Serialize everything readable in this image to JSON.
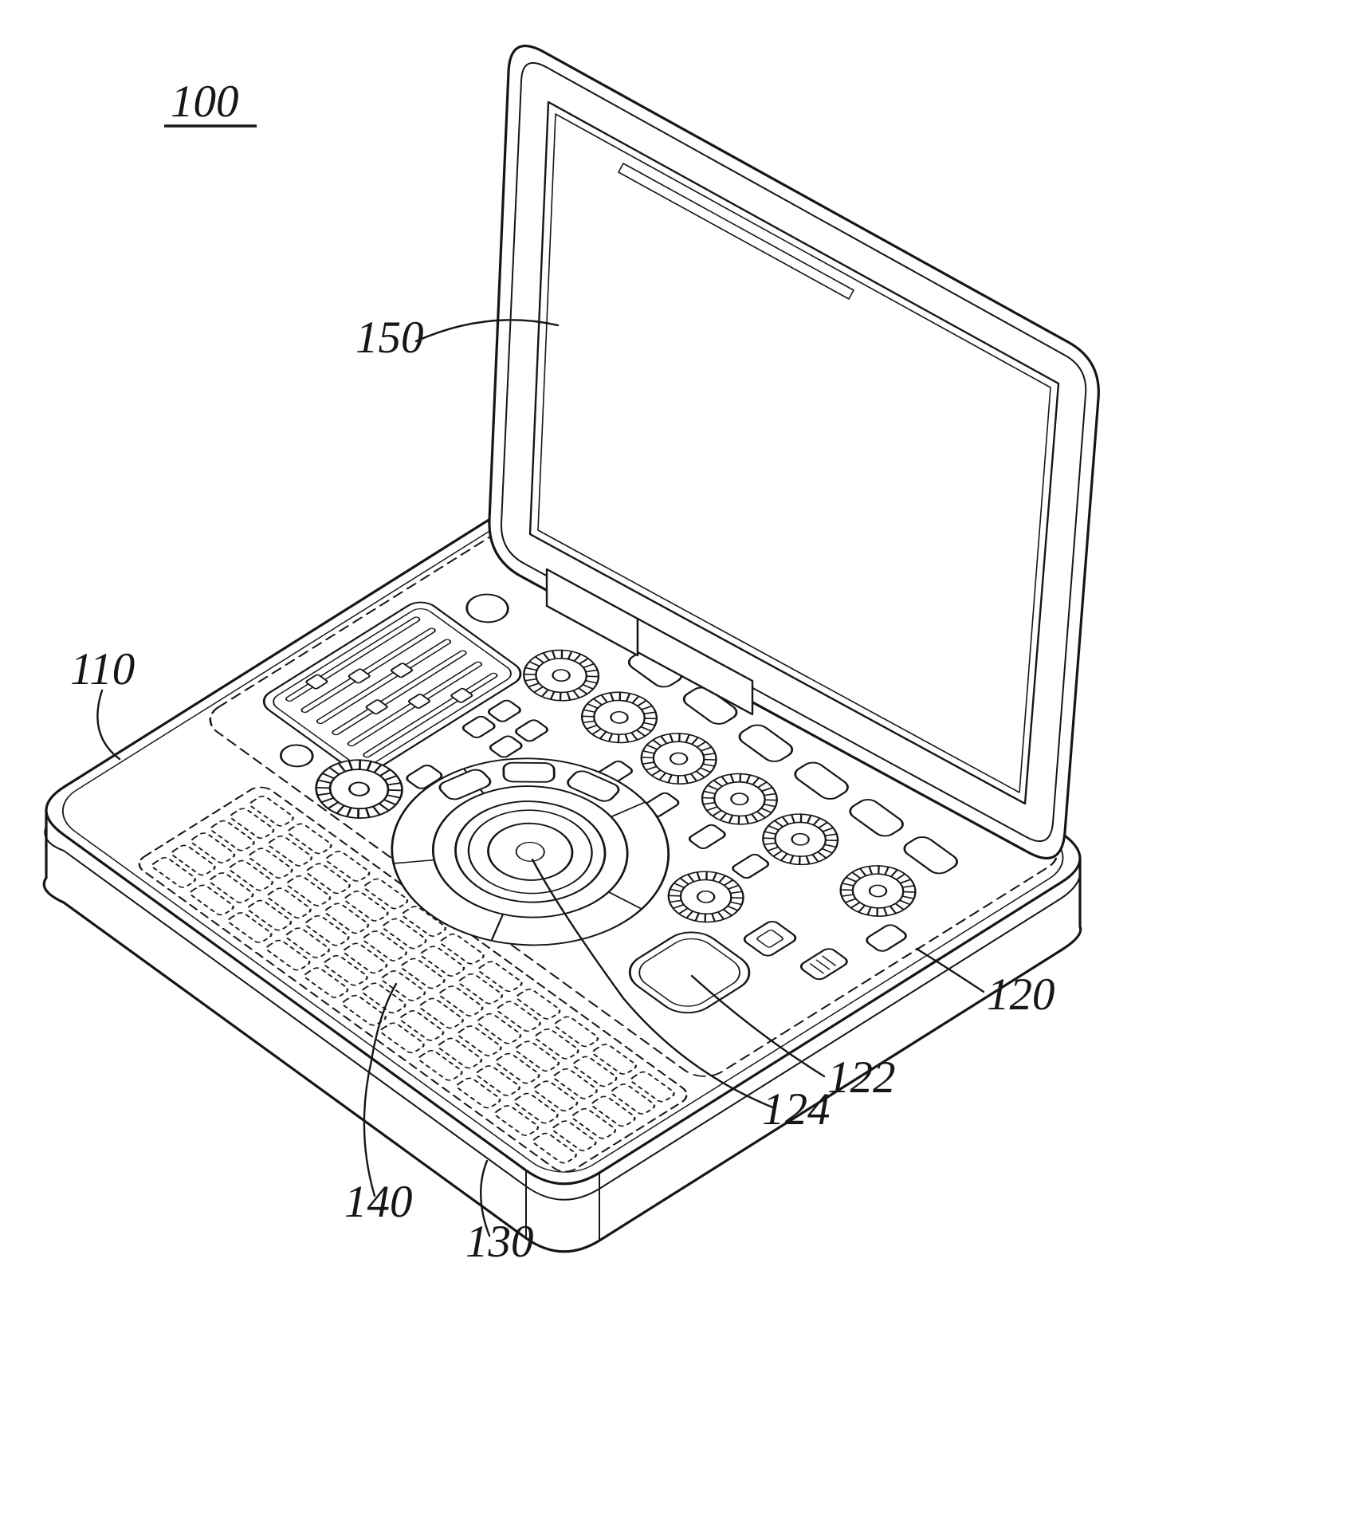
{
  "figure": {
    "number": "100",
    "labels": {
      "device": "100",
      "main_body": "110",
      "control_panel": "120",
      "touch_pad": "122",
      "trackball": "124",
      "bottom_housing": "130",
      "keyboard": "140",
      "display": "150"
    }
  }
}
